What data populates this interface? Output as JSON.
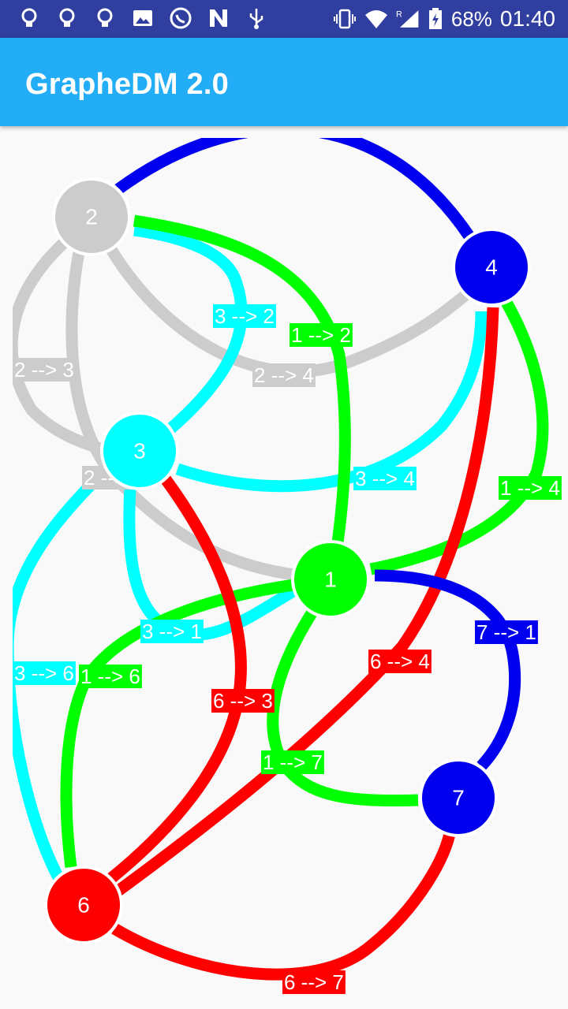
{
  "status_bar": {
    "notification_icons": [
      "bulb-icon",
      "bulb-icon",
      "bulb-icon",
      "image-icon",
      "whatsapp-icon",
      "n-icon",
      "usb-icon"
    ],
    "system_icons": [
      "vibrate-icon",
      "wifi-icon",
      "signal-roaming-icon",
      "battery-charging-icon"
    ],
    "roaming_letter": "R",
    "battery": "68%",
    "time": "01:40",
    "background_color": "#303f9f"
  },
  "app_bar": {
    "title": "GrapheDM 2.0",
    "color": "#22adf6"
  },
  "graph": {
    "nodes": [
      {
        "id": "1",
        "color": "#00ff00"
      },
      {
        "id": "2",
        "color": "#cccccc"
      },
      {
        "id": "3",
        "color": "#00ffff"
      },
      {
        "id": "4",
        "color": "#0000ee"
      },
      {
        "id": "6",
        "color": "#ff0000"
      },
      {
        "id": "7",
        "color": "#0000ee"
      }
    ],
    "edges": [
      {
        "from": "2",
        "to": "4",
        "label": "2 --> 4",
        "color": "#0000ee"
      },
      {
        "from": "2",
        "to": "4",
        "label": "2 --> 4",
        "color": "#cccccc"
      },
      {
        "from": "2",
        "to": "3",
        "label": "2 --> 3",
        "color": "#cccccc"
      },
      {
        "from": "2",
        "to": "1",
        "label": "2 --> 1",
        "color": "#cccccc"
      },
      {
        "from": "3",
        "to": "2",
        "label": "3 --> 2",
        "color": "#00ffff"
      },
      {
        "from": "3",
        "to": "4",
        "label": "3 --> 4",
        "color": "#00ffff"
      },
      {
        "from": "3",
        "to": "1",
        "label": "3 --> 1",
        "color": "#00ffff"
      },
      {
        "from": "3",
        "to": "6",
        "label": "3 --> 6",
        "color": "#00ffff"
      },
      {
        "from": "1",
        "to": "2",
        "label": "1 --> 2",
        "color": "#00ff00"
      },
      {
        "from": "1",
        "to": "4",
        "label": "1 --> 4",
        "color": "#00ff00"
      },
      {
        "from": "1",
        "to": "6",
        "label": "1 --> 6",
        "color": "#00ff00"
      },
      {
        "from": "1",
        "to": "7",
        "label": "1 --> 7",
        "color": "#00ff00"
      },
      {
        "from": "6",
        "to": "3",
        "label": "6 --> 3",
        "color": "#ff0000"
      },
      {
        "from": "6",
        "to": "4",
        "label": "6 --> 4",
        "color": "#ff0000"
      },
      {
        "from": "6",
        "to": "7",
        "label": "6 --> 7",
        "color": "#ff0000"
      },
      {
        "from": "7",
        "to": "1",
        "label": "7 --> 1",
        "color": "#0000ee"
      }
    ]
  }
}
